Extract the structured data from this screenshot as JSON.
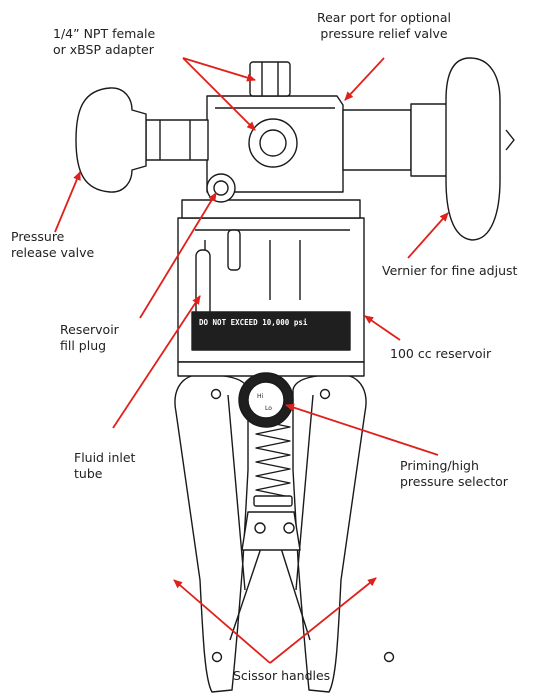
{
  "colors": {
    "arrow": "#e0201a",
    "line": "#1a1a1a",
    "plate": "#1f1f1f",
    "plate_text": "#ffffff"
  },
  "plate": {
    "text": "DO NOT EXCEED  10,000 psi"
  },
  "selector_markings": [
    "Hi",
    "Lo"
  ],
  "labels": {
    "adapter": "1/4” NPT female\nor xBSP adapter",
    "rear_port": "Rear port for optional\npressure relief valve",
    "release_valve": "Pressure\nrelease valve",
    "vernier": "Vernier for fine adjust",
    "fill_plug": "Reservoir\nfill plug",
    "reservoir": "100 cc reservoir",
    "inlet_tube": "Fluid inlet\ntube",
    "selector": "Priming/high\npressure selector",
    "handles": "Scissor handles"
  }
}
